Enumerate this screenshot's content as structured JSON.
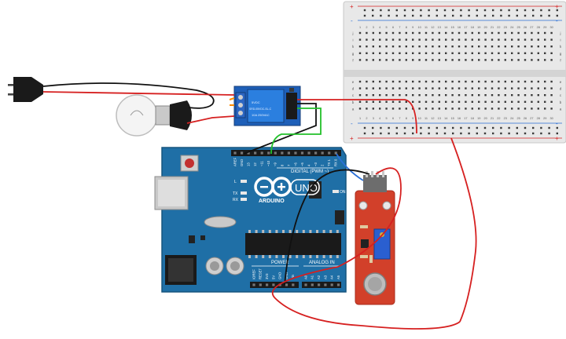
{
  "colors": {
    "wire_red": "#d62020",
    "wire_black": "#111111",
    "wire_green": "#22c02a",
    "wire_blue": "#2a6fd6",
    "board_blue": "#1f6fa6",
    "board_blue_dark": "#17557f",
    "sensor_red": "#d2402a",
    "relay_blue": "#1e5fb8",
    "breadboard": "#e6e6e6",
    "header_black": "#1a1a1a"
  },
  "arduino": {
    "brand": "ARDUINO",
    "model": "UNO",
    "digital_label": "DIGITAL (PWM ~)",
    "power_label": "POWER",
    "analog_label": "ANALOG IN",
    "tx_label": "TX",
    "rx_label": "RX",
    "l_label": "L",
    "on_label": "ON",
    "top_pins": [
      "AREF",
      "GND",
      "13",
      "12",
      "~11",
      "~10",
      "~9",
      "8",
      "7",
      "~6",
      "~5",
      "4",
      "~3",
      "2",
      "TX 1",
      "RX 0"
    ],
    "power_pins": [
      "IOREF",
      "RESET",
      "3V3",
      "5V",
      "GND",
      "GND",
      "Vin"
    ],
    "analog_pins": [
      "A0",
      "A1",
      "A2",
      "A3",
      "A4",
      "A5"
    ]
  },
  "breadboard": {
    "column_numbers": [
      "1",
      "2",
      "3",
      "4",
      "5",
      "6",
      "7",
      "8",
      "9",
      "10",
      "11",
      "12",
      "13",
      "14",
      "15",
      "16",
      "17",
      "18",
      "19",
      "20",
      "21",
      "22",
      "23",
      "24",
      "25",
      "26",
      "27",
      "28",
      "29",
      "30"
    ],
    "row_letters_top": [
      "j",
      "i",
      "h",
      "g",
      "f"
    ],
    "row_letters_bottom": [
      "e",
      "d",
      "c",
      "b",
      "a"
    ],
    "plus": "+",
    "minus": "-"
  },
  "relay": {
    "label_lines": [
      "5VDC",
      "SRD-05VDC-SL-C",
      "10A 250VAC"
    ]
  }
}
